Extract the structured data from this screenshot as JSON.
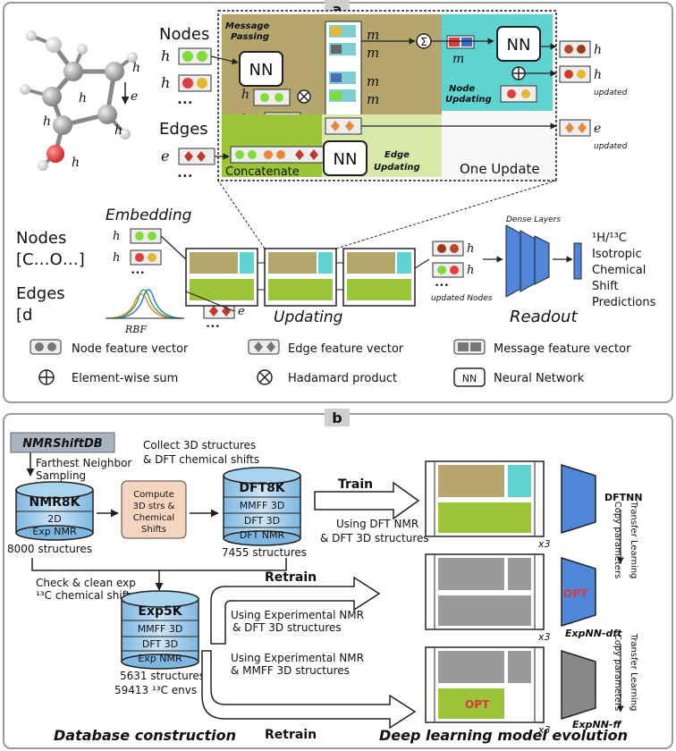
{
  "panel_a": {
    "label": "a",
    "nodes_label": "Nodes",
    "edges_label": "Edges",
    "h_i_t": "h",
    "molecule_labels": {
      "hi": "h",
      "eij": "e",
      "hl": "h",
      "hk": "h",
      "hj": "h",
      "hn": "h"
    },
    "message_passing": "Message\nPassing",
    "message_passing_1": "Message",
    "message_passing_2": "Passing",
    "nn": "NN",
    "node_updating_1": "Node",
    "node_updating_2": "Updating",
    "edge_updating_1": "Edge",
    "edge_updating_2": "Updating",
    "concatenate": "Concatenate",
    "one_update": "One Update",
    "updated": "updated",
    "embedding": "Embedding",
    "nodes_list_1": "Nodes",
    "nodes_list_2": "[C…O…]",
    "edges_list_1": "Edges",
    "edges_list_2": "[d",
    "rbf": "RBF",
    "updating": "Updating",
    "updated_nodes": "updated Nodes",
    "dense_layers": "Dense Layers",
    "readout": "Readout",
    "prediction_lines": [
      "¹H/¹³C",
      "Isotropic",
      "Chemical",
      "Shift",
      "Predictions"
    ],
    "ellipsis": "•••",
    "legend": {
      "node_fv": "Node feature vector",
      "edge_fv": "Edge feature vector",
      "message_fv": "Message feature vector",
      "sum": "Element-wise sum",
      "hadamard": "Hadamard product",
      "nn_box": "NN",
      "nn": "Neural Network"
    }
  },
  "panel_b": {
    "label": "b",
    "source": "NMRShiftDB",
    "fns_1": "Farthest Neighbor",
    "fns_2": "Sampling",
    "collect_1": "Collect 3D structures",
    "collect_2": "& DFT chemical shifts",
    "nmr8k": {
      "title": "NMR8K",
      "rows": [
        "2D",
        "Exp NMR"
      ],
      "caption": "8000 structures"
    },
    "compute": [
      "Compute",
      "3D strs &",
      "Chemical",
      "Shifts"
    ],
    "dft8k": {
      "title": "DFT8K",
      "rows": [
        "MMFF 3D",
        "DFT 3D",
        "DFT NMR"
      ],
      "caption": "7455 structures"
    },
    "check_1": "Check & clean exp",
    "check_2": "¹³C chemical shifts",
    "exp5k": {
      "title": "Exp5K",
      "rows": [
        "MMFF 3D",
        "DFT 3D",
        "Exp NMR"
      ],
      "caption_1": "5631 structures",
      "caption_2": "59413 ¹³C envs"
    },
    "train": "Train",
    "using_dft_1": "Using DFT NMR",
    "using_dft_2": "& DFT 3D structures",
    "retrain": "Retrain",
    "using_exp_dft_1": "Using Experimental NMR",
    "using_exp_dft_2": "& DFT 3D structures",
    "using_exp_mmff_1": "Using Experimental NMR",
    "using_exp_mmff_2": "& MMFF 3D structures",
    "x3": "x3",
    "opt": "OPT",
    "dftnn": "DFTNN",
    "expnn_dft": "ExpNN-dft",
    "expnn_ff": "ExpNN-ff",
    "copy_parameters": "Copy parameters",
    "transfer_learning": "Transfer Learning",
    "database_construction": "Database construction",
    "model_evolution": "Deep learning model evolution"
  },
  "colors": {
    "olive": "#b5a66e",
    "lime": "#9bc43a",
    "light_lime": "#d8e8a8",
    "cyan": "#4fc9c9",
    "light_cyan": "#bff0ee",
    "blue_trap": "#4f86d9",
    "db_blue": "#a9d3ef",
    "gray_block": "#9a9a9a",
    "orange": "#e8863a",
    "red": "#d63a3a"
  }
}
